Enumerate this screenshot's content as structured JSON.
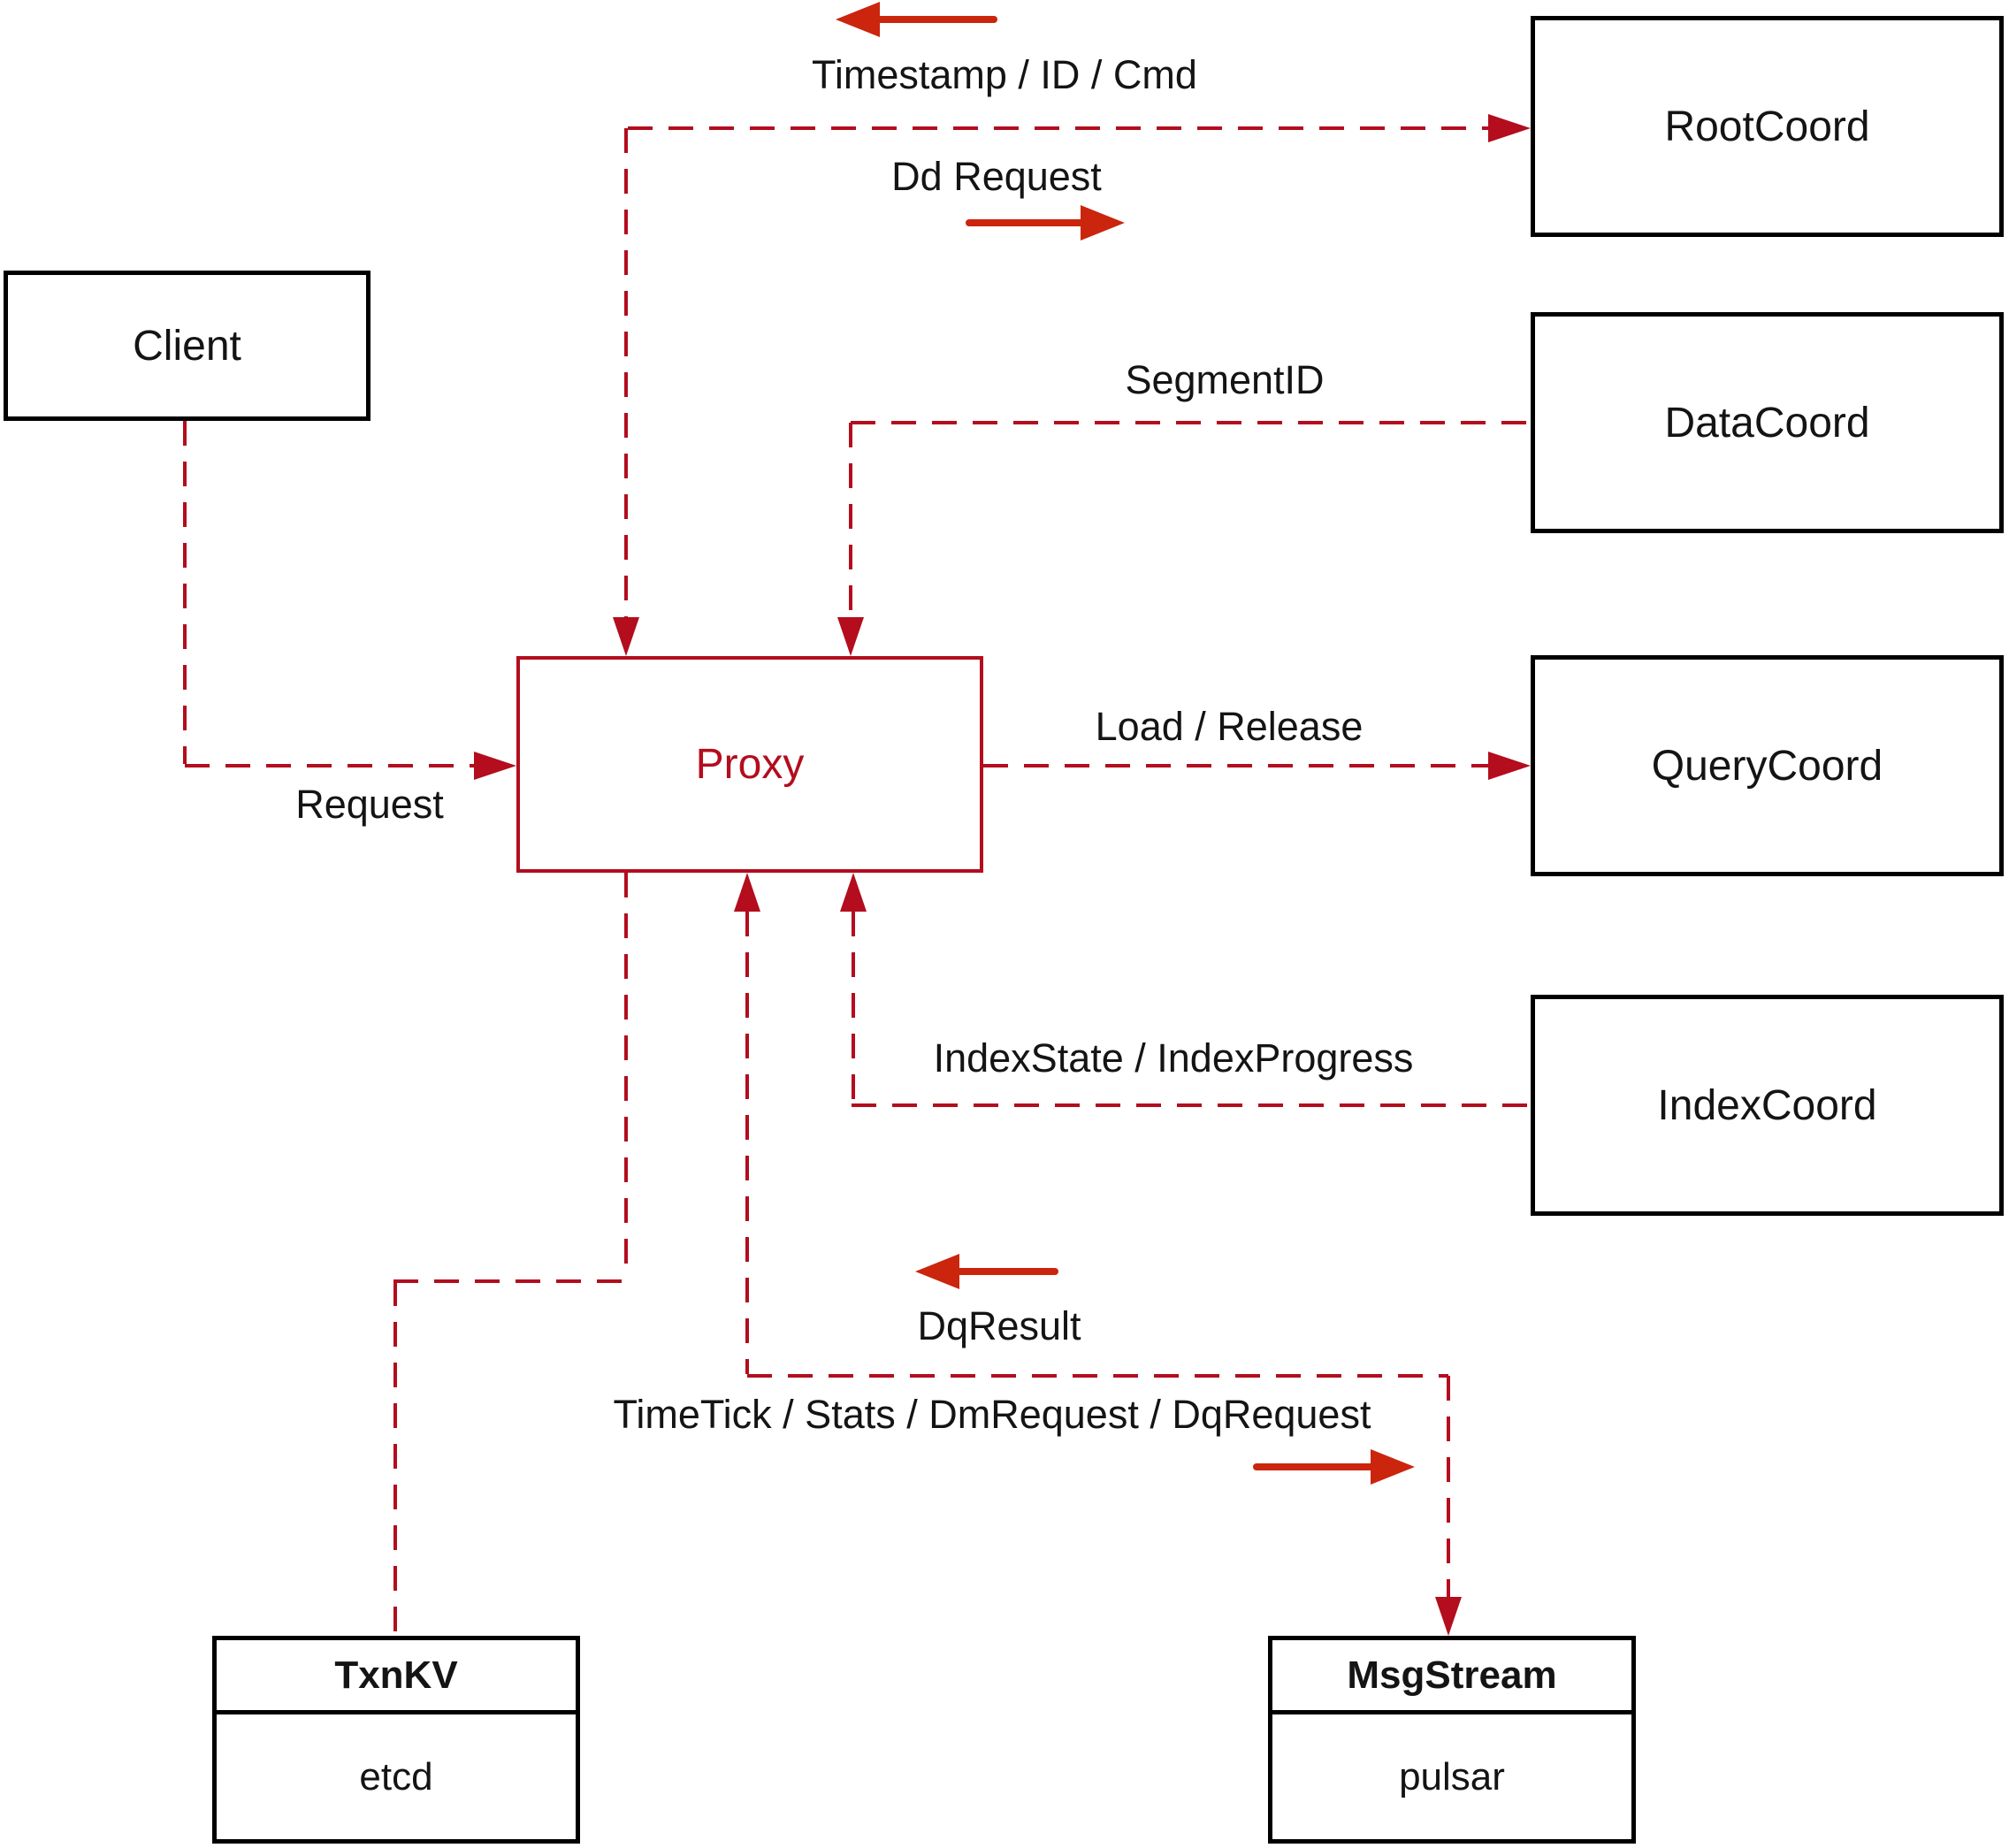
{
  "diagram": {
    "nodes": {
      "client": {
        "label": "Client"
      },
      "proxy": {
        "label": "Proxy"
      },
      "rootcoord": {
        "label": "RootCoord"
      },
      "datacoord": {
        "label": "DataCoord"
      },
      "querycoord": {
        "label": "QueryCoord"
      },
      "indexcoord": {
        "label": "IndexCoord"
      },
      "txnkv": {
        "title": "TxnKV",
        "subtitle": "etcd"
      },
      "msgstream": {
        "title": "MsgStream",
        "subtitle": "pulsar"
      }
    },
    "edges": {
      "root_to_proxy_label": "Timestamp / ID / Cmd",
      "proxy_to_root_label": "Dd Request",
      "data_to_proxy_label": "SegmentID",
      "client_to_proxy_label": "Request",
      "proxy_to_query_label": "Load / Release",
      "index_to_proxy_label": "IndexState / IndexProgress",
      "msg_to_proxy_label": "DqResult",
      "proxy_to_msg_label": "TimeTick / Stats / DmRequest / DqRequest"
    },
    "colors": {
      "line": "#b30d1e",
      "arrow": "#cb250e",
      "ink": "#141414",
      "edge": "#000000",
      "bg": "#ffffff"
    }
  }
}
